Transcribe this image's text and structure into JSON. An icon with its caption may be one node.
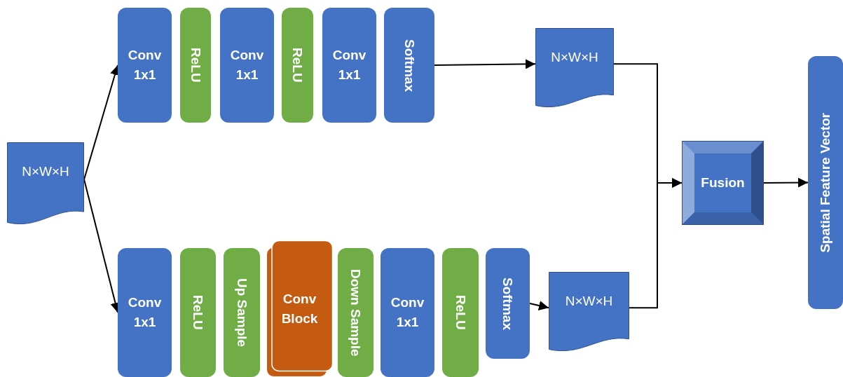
{
  "diagram": {
    "nodes": [
      {
        "text": [
          "N×W×H"
        ]
      },
      {
        "text": [
          "Conv 1x1"
        ]
      },
      {
        "text": [
          "ReLU"
        ]
      },
      {
        "text": [
          "Conv 1x1"
        ]
      },
      {
        "text": [
          "ReLU"
        ]
      },
      {
        "text": [
          "Conv 1x1"
        ]
      },
      {
        "text": [
          "Softmax"
        ]
      },
      {
        "text": [
          "N×W×H"
        ]
      },
      {
        "text": [
          "Conv 1x1"
        ]
      },
      {
        "text": [
          "ReLU"
        ]
      },
      {
        "text": [
          "Up Sample"
        ]
      },
      {
        "text": [
          "Conv Block"
        ]
      },
      {
        "text": [
          "Down Sample"
        ]
      },
      {
        "text": [
          "Conv 1x1"
        ]
      },
      {
        "text": [
          "ReLU"
        ]
      },
      {
        "text": [
          "Softmax"
        ]
      },
      {
        "text": [
          "N×W×H"
        ]
      },
      {
        "text": [
          "Fusion"
        ]
      },
      {
        "text": [
          "Spatial Feature Vector"
        ]
      }
    ],
    "edges": [
      {
        "from": 0,
        "to": 1,
        "arrow": "to"
      },
      {
        "from": 0,
        "to": 8,
        "arrow": "to"
      },
      {
        "from": 6,
        "to": 7,
        "arrow": "to"
      },
      {
        "from": 15,
        "to": 16,
        "arrow": "to"
      },
      {
        "from": 7,
        "to": 17,
        "arrow": "to"
      },
      {
        "from": 16,
        "to": 17,
        "arrow": "to"
      },
      {
        "from": 17,
        "to": 18,
        "arrow": "to"
      }
    ]
  }
}
